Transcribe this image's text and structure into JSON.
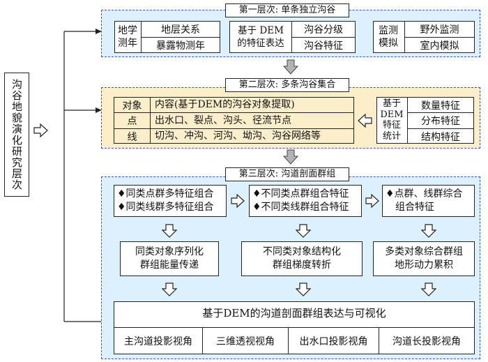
{
  "side_label": "沟谷地貌演化研究层次",
  "level1": {
    "title": "第一层次: 单条独立沟谷",
    "group1": {
      "label_line1": "地学",
      "label_line2": "测年",
      "item1": "地层关系",
      "item2": "暴露物测年"
    },
    "group2": {
      "label_line1": "基于 DEM",
      "label_line2": "的特征表达",
      "item1": "沟谷分级",
      "item2": "沟谷特征"
    },
    "group3": {
      "label_line1": "监测",
      "label_line2": "模拟",
      "item1": "野外监测",
      "item2": "室内模拟"
    }
  },
  "level2": {
    "title": "第二层次: 多条沟谷集合",
    "rows": [
      {
        "key": "对象",
        "value": "内容(基于DEM的沟谷对象提取)"
      },
      {
        "key": "点",
        "value": "出水口、裂点、沟头、径流节点"
      },
      {
        "key": "线",
        "value": "切沟、冲沟、河沟、坳沟、沟谷网络等"
      }
    ],
    "stat_label": [
      "基于",
      "DEM",
      "特征",
      "统计"
    ],
    "stat_items": [
      "数量特征",
      "分布特征",
      "结构特征"
    ]
  },
  "level3": {
    "title": "第三层次: 沟道剖面群组",
    "box1": [
      "♦同类点群多特征组合",
      "♦同类线群多特征组合"
    ],
    "box2": [
      "♦不同类点群组合特征",
      "♦不同类线群组合特征"
    ],
    "box3": [
      "♦点群、线群综合",
      "组合特征"
    ],
    "mid1": [
      "同类对象序列化",
      "群组能量传递"
    ],
    "mid2": [
      "不同类对象结构化",
      "群组梯度转折"
    ],
    "mid3": [
      "多类对象综合群组",
      "地形动力累积"
    ],
    "bottom_title": "基于DEM的沟道剖面群组表达与可视化",
    "bottom_items": [
      "主沟道投影视角",
      "三维透视视角",
      "出水口投影视角",
      "沟道长投影视角"
    ]
  }
}
